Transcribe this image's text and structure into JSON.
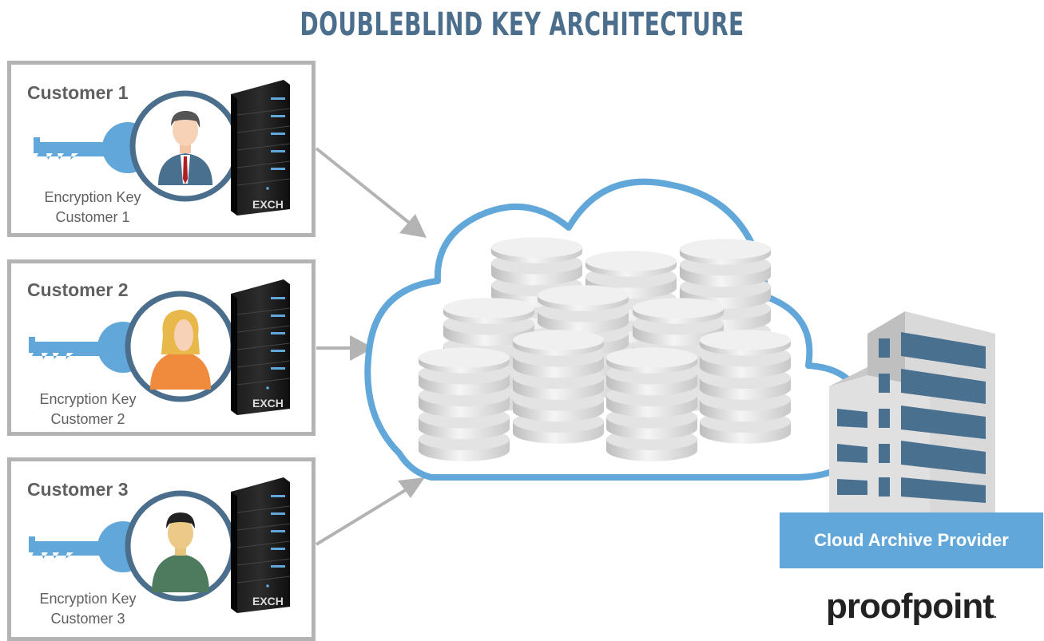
{
  "title": "DOUBLEBLIND KEY ARCHITECTURE",
  "customers": [
    {
      "name": "Customer 1",
      "key_label_line1": "Encryption Key",
      "key_label_line2": "Customer 1",
      "server_label": "EXCH"
    },
    {
      "name": "Customer 2",
      "key_label_line1": "Encryption Key",
      "key_label_line2": "Customer 2",
      "server_label": "EXCH"
    },
    {
      "name": "Customer 3",
      "key_label_line1": "Encryption Key",
      "key_label_line2": "Customer 3",
      "server_label": "EXCH"
    }
  ],
  "provider": {
    "label": "Cloud Archive Provider"
  },
  "brand": {
    "name": "proofpoint",
    "dot": "."
  },
  "colors": {
    "accent_blue": "#62a7da",
    "title_blue": "#4a6e8c",
    "border_gray": "#b3b3b3",
    "arrow_gray": "#b3b3b3"
  }
}
